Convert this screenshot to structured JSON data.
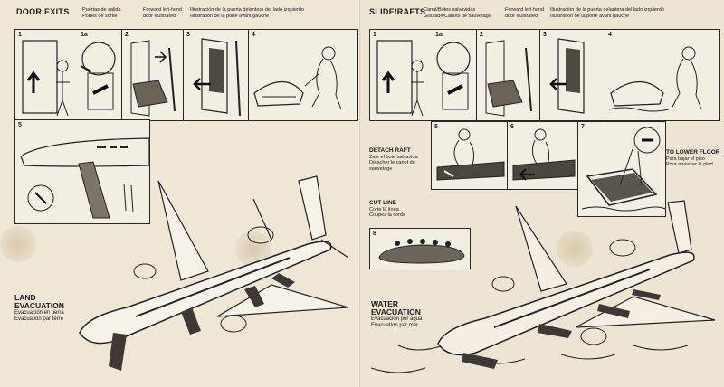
{
  "left": {
    "title": "DOOR EXITS",
    "headers": [
      {
        "l1": "Puertas de salida",
        "l2": "Portes de sortie"
      },
      {
        "l1": "Forward left-hand",
        "l2": "door illustrated"
      },
      {
        "l1": "Illustración de la puerta delantera del lado izquierdo",
        "l2": "Illustration de la porte avant gauche"
      }
    ],
    "panels": [
      "1",
      "1a",
      "2",
      "3",
      "4",
      "5"
    ],
    "evacuation": {
      "title1": "LAND",
      "title2": "EVACUATION",
      "es": "Evacuación en tierra",
      "fr": "Evacuation par terre"
    }
  },
  "right": {
    "title": "SLIDE/RAFTS",
    "headers": [
      {
        "l1": "Canal/Botes salvavidas",
        "l2": "Glissade/Canots de sauvetage"
      },
      {
        "l1": "Forward left-hand",
        "l2": "door illustrated"
      },
      {
        "l1": "Illustración de la puerta delantera del lado izquierdo",
        "l2": "Illustration de la porte avant gauche"
      }
    ],
    "panels": [
      "1",
      "1a",
      "2",
      "3",
      "4",
      "5",
      "6",
      "7",
      "8"
    ],
    "detach": {
      "title": "DETACH RAFT",
      "es": "Zafe el bote salvavida",
      "fr1": "Détacher le canot de",
      "fr2": "sauvetage"
    },
    "cut": {
      "title": "CUT LINE",
      "es": "Corte la línea",
      "fr": "Coupez la corde"
    },
    "lower": {
      "title": "TO LOWER FLOOR",
      "es": "Para bajar el piso",
      "fr": "Pour abaisser le plod"
    },
    "evacuation": {
      "title1": "WATER",
      "title2": "EVACUATION",
      "es": "Evacuación por agua",
      "fr": "Evacuation par mer"
    }
  }
}
